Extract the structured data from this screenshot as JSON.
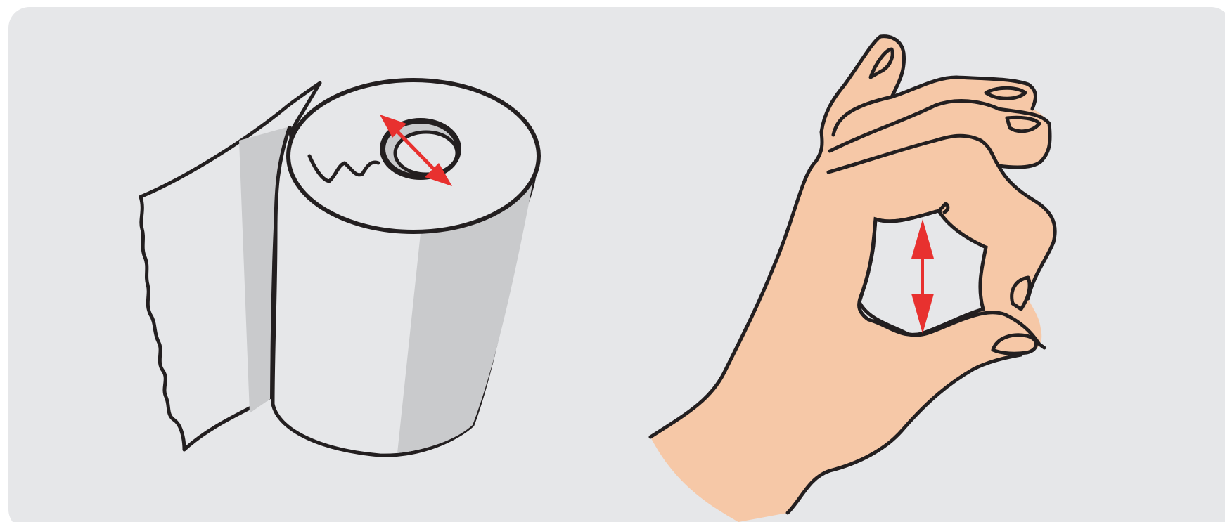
{
  "panel": {
    "background": "#e6e7e9"
  },
  "figures": [
    {
      "name": "toilet-paper-roll",
      "icon": "toilet-paper-roll-icon",
      "fill": "#e6e7e9",
      "shade": "#c9cacc",
      "annotation": {
        "name": "core-diameter-arrow",
        "icon": "double-headed-arrow-icon",
        "color": "#e8312f"
      }
    },
    {
      "name": "hand-ok-gesture",
      "icon": "hand-ok-sign-icon",
      "fill": "#f6c8a7",
      "annotation": {
        "name": "finger-gap-arrow",
        "icon": "double-headed-arrow-icon",
        "color": "#e8312f"
      }
    }
  ]
}
